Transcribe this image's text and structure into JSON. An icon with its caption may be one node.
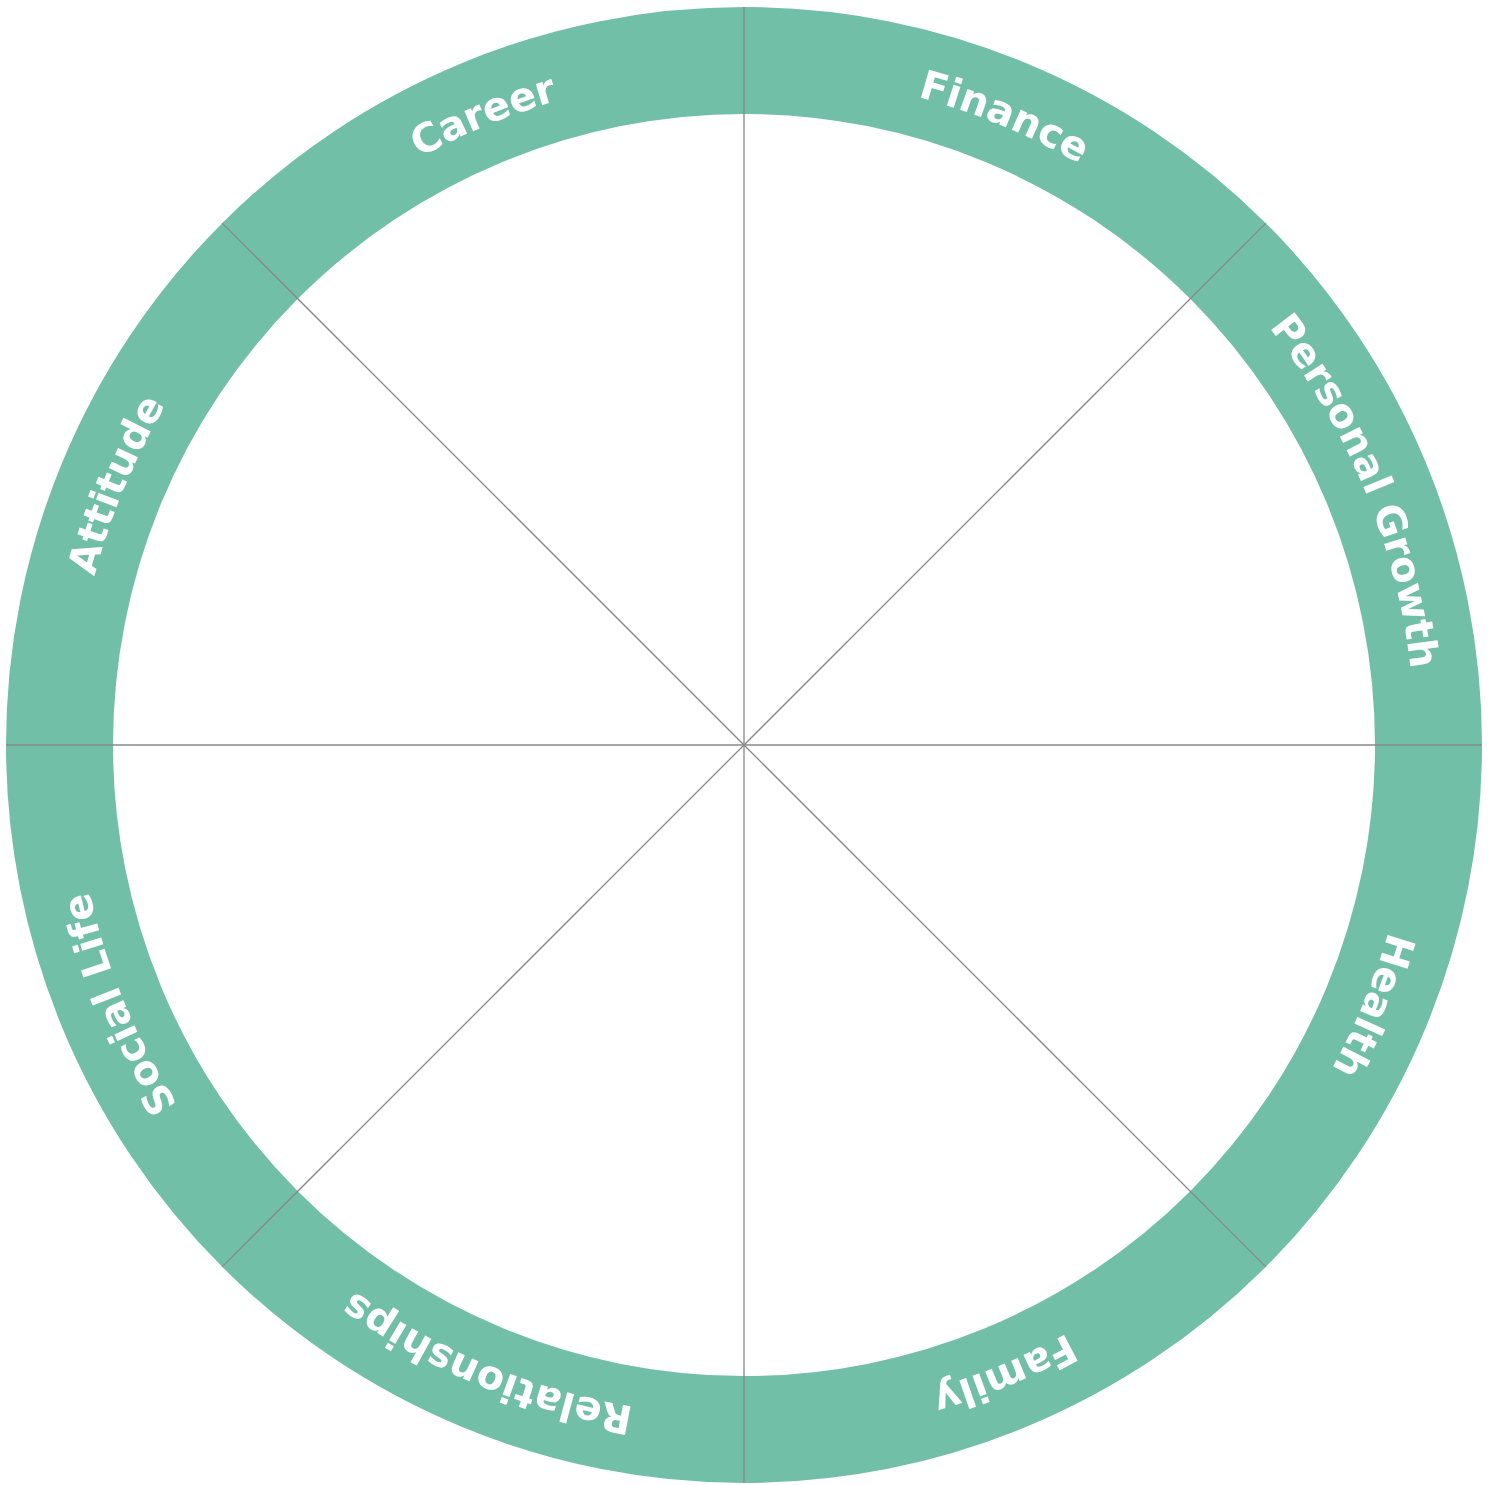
{
  "diagram": {
    "nodes": [
      {
        "text": [
          "Career"
        ]
      },
      {
        "text": [
          "Finance"
        ]
      },
      {
        "text": [
          "Personal Growth"
        ]
      },
      {
        "text": [
          "Health"
        ]
      },
      {
        "text": [
          "Family"
        ]
      },
      {
        "text": [
          "Relationships"
        ]
      },
      {
        "text": [
          "Social Life"
        ]
      },
      {
        "text": [
          "Attitude"
        ]
      }
    ]
  }
}
